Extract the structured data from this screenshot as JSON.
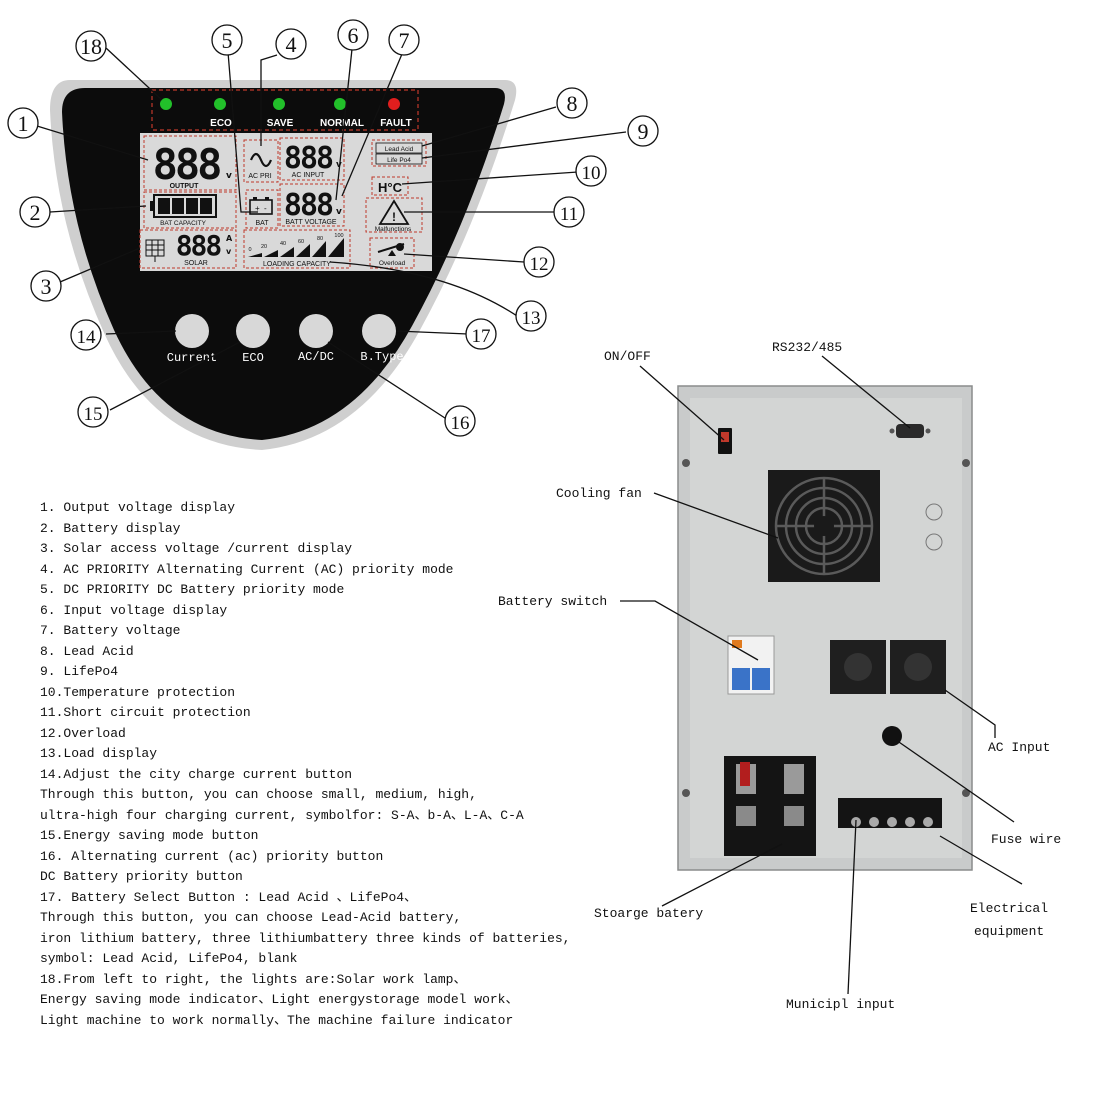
{
  "panel": {
    "indicators": [
      {
        "label": "",
        "color": "#22c02a"
      },
      {
        "label": "ECO",
        "color": "#22c02a"
      },
      {
        "label": "SAVE",
        "color": "#22c02a"
      },
      {
        "label": "NORMAL",
        "color": "#22c02a"
      },
      {
        "label": "FAULT",
        "color": "#e01e1e"
      }
    ],
    "lcd": {
      "digits": "888",
      "unit_v": "v",
      "unit_a": "A",
      "output_label": "OUTPUT",
      "ac_pri_label": "AC PRI",
      "ac_input_label": "AC INPUT",
      "bat_capacity_label": "BAT CAPACITY",
      "bat_label": "BAT",
      "batt_voltage_label": "BATT VOLTAGE",
      "battery_types": [
        "Lead Acid",
        "Life Po4"
      ],
      "temperature_label": "H°C",
      "malfunctions_label": "Malfunctions",
      "solar_label": "SOLAR",
      "loading_ticks": [
        "0",
        "20",
        "40",
        "60",
        "80",
        "100"
      ],
      "loading_label": "LOADING CAPACITY",
      "overload_label": "Overload"
    },
    "buttons": [
      {
        "label": "Current"
      },
      {
        "label": "ECO"
      },
      {
        "label": "AC/DC"
      },
      {
        "label": "B.Type"
      }
    ],
    "callouts": [
      "1",
      "2",
      "3",
      "4",
      "5",
      "6",
      "7",
      "8",
      "9",
      "10",
      "11",
      "12",
      "13",
      "14",
      "15",
      "16",
      "17",
      "18"
    ]
  },
  "legend": [
    "1. Output voltage display",
    "2. Battery display",
    "3. Solar access voltage /current display",
    "4. AC PRIORITY Alternating Current (AC) priority mode",
    "5. DC PRIORITY DC Battery priority mode",
    "6. Input voltage display",
    "7. Battery voltage",
    "8. Lead Acid",
    "9. LifePo4",
    "10.Temperature protection",
    "11.Short circuit protection",
    "12.Overload",
    "13.Load display",
    "14.Adjust the city charge current button",
    "Through this button, you can choose small, medium, high,",
    "ultra-high four charging current, symbolfor: S-A、b-A、L-A、C-A",
    "15.Energy saving mode button",
    "16. Alternating current (ac) priority button",
    "DC Battery priority button",
    "17. Battery Select Button : Lead Acid 、LifePo4、",
    "Through this button, you can choose Lead-Acid battery,",
    "iron lithium battery, three lithiumbattery three kinds of batteries,",
    "symbol: Lead Acid, LifePo4, blank",
    "18.From left to right, the lights are:Solar work lamp、",
    "Energy saving mode indicator、Light energystorage model work、",
    "Light machine to work normally、The machine failure indicator"
  ],
  "rear": {
    "labels": {
      "on_off": "ON/OFF",
      "rs232": "RS232/485",
      "cooling_fan": "Cooling fan",
      "battery_switch": "Battery switch",
      "ac_input": "AC Input",
      "fuse_wire": "Fuse wire",
      "storage_battery": "Stoarge batery",
      "electrical_equipment_1": "Electrical",
      "electrical_equipment_2": "equipment",
      "municipal_input": "Municipl input"
    }
  }
}
